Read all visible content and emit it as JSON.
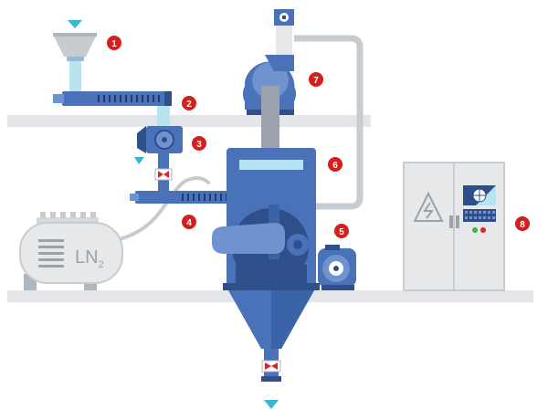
{
  "colors": {
    "steel_blue": "#4a72b8",
    "steel_blue_dark": "#2f4f8a",
    "steel_blue_light": "#6f93cf",
    "pipe_light": "#b7e4ef",
    "grey_light": "#e6e8ea",
    "grey_mid": "#c7ccd1",
    "grey_dark": "#9aa3ad",
    "shelf": "#e3e5e8",
    "badge_red": "#d61e1e",
    "valve_red": "#d8262a",
    "cyan_arrow": "#34b8d2"
  },
  "tank": {
    "label": "LN",
    "subscript": "2"
  },
  "components": [
    {
      "num": "1",
      "icon": "hopper-icon"
    },
    {
      "num": "2",
      "icon": "screw-conveyor-icon"
    },
    {
      "num": "3",
      "icon": "rotary-valve-icon"
    },
    {
      "num": "4",
      "icon": "cooling-screw-icon"
    },
    {
      "num": "5",
      "icon": "motor-icon"
    },
    {
      "num": "6",
      "icon": "mill-vessel-icon"
    },
    {
      "num": "7",
      "icon": "blower-fan-icon"
    },
    {
      "num": "8",
      "icon": "control-cabinet-icon"
    }
  ],
  "flow": {
    "inlet_arrow": "arrow-down-icon",
    "outlet_arrow": "arrow-down-icon"
  }
}
